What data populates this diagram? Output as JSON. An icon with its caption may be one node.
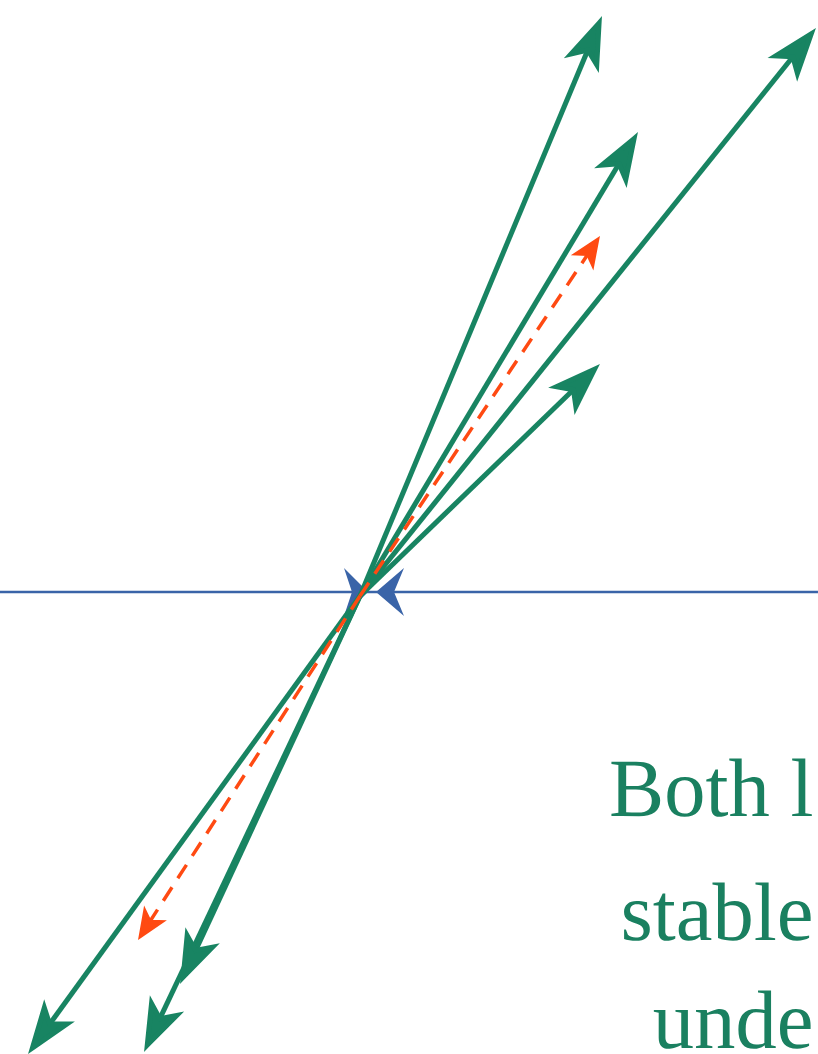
{
  "diagram": {
    "labels": [
      "Both l",
      "stable",
      "unde"
    ]
  }
}
